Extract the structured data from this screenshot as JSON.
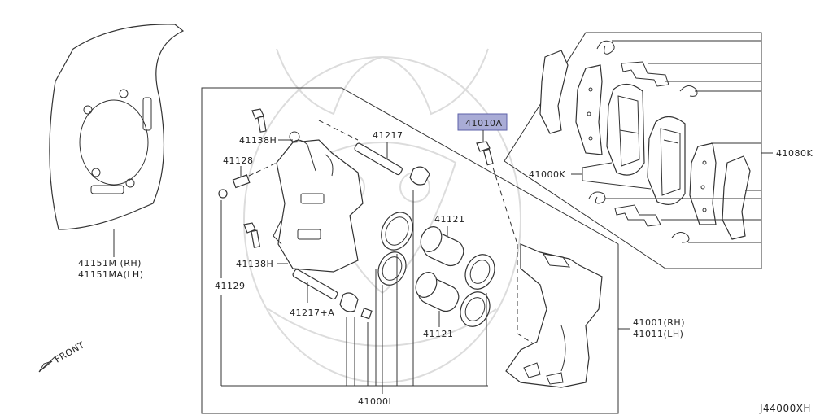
{
  "labels": {
    "shield": "41151M (RH)",
    "shield2": "41151MA(LH)",
    "bolt_upper": "41138H",
    "bolt_lower": "41138H",
    "sleeve": "41128",
    "pin_top": "41217",
    "pin_bottom": "41217+A",
    "bleeder": "41129",
    "piston_top": "41121",
    "piston_bottom": "41121",
    "caliper_kit": "41000L",
    "mount_bolt": "41010A",
    "pad_kit": "41000K",
    "hardware_kit": "41080K",
    "bracket_rh": "41001(RH)",
    "bracket_lh": "41011(LH)",
    "front": "FRONT",
    "diagram_id": "J44000XH"
  },
  "colors": {
    "highlight": "#a9acd6",
    "highlight_border": "#5d61a8",
    "line": "#333333"
  }
}
